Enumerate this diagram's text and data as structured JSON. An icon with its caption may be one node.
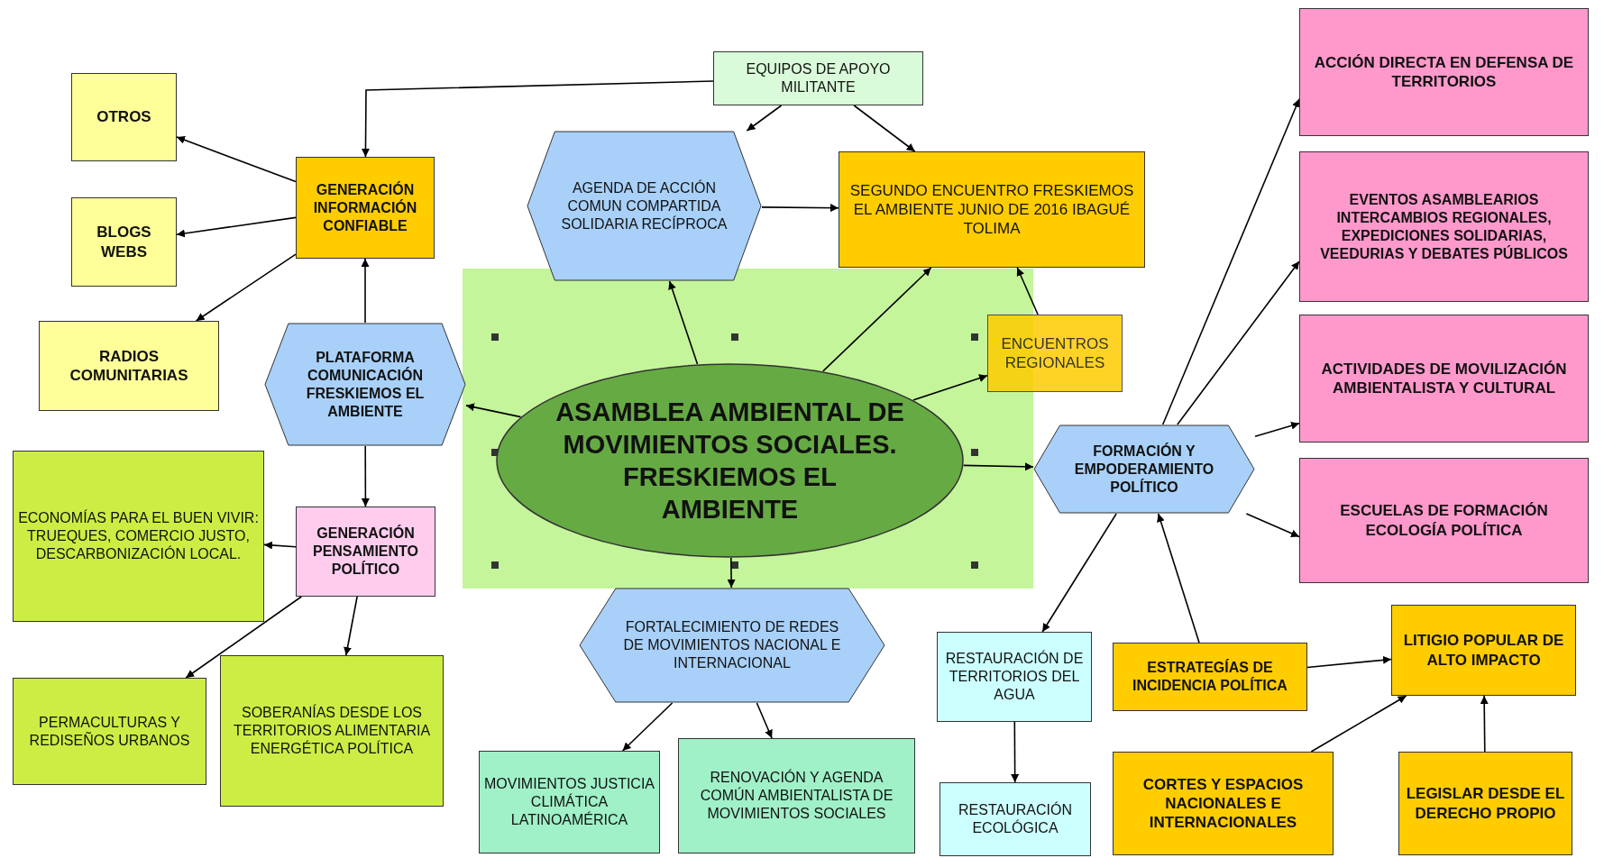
{
  "diagram": {
    "nodes": [
      {
        "text": [
          "EQUIPOS DE APOYO MILITANTE"
        ]
      },
      {
        "text": [
          "OTROS"
        ]
      },
      {
        "text": [
          "GENERACIÓN INFORMACIÓN CONFIABLE"
        ]
      },
      {
        "text": [
          "AGENDA DE ACCIÓN COMUN COMPARTIDA SOLIDARIA RECÍPROCA"
        ]
      },
      {
        "text": [
          "SEGUNDO ENCUENTRO FRESKIEMOS EL AMBIENTE JUNIO DE 2016 IBAGUÉ TOLIMA"
        ]
      },
      {
        "text": [
          "ACCIÓN DIRECTA EN DEFENSA DE TERRITORIOS"
        ]
      },
      {
        "text": [
          "BLOGS WEBS"
        ]
      },
      {
        "text": [
          "RADIOS COMUNITARIAS"
        ]
      },
      {
        "text": [
          "EVENTOS ASAMBLEARIOS INTERCAMBIOS REGIONALES, EXPEDICIONES SOLIDARIAS, VEEDURIAS Y DEBATES PÚBLICOS"
        ]
      },
      {
        "text": [
          "PLATAFORMA COMUNICACIÓN FRESKIEMOS EL AMBIENTE"
        ]
      },
      {
        "text": [
          "ENCUENTROS REGIONALES"
        ]
      },
      {
        "text": [
          "ASAMBLEA AMBIENTAL DE MOVIMIENTOS SOCIALES. FRESKIEMOS EL AMBIENTE"
        ]
      },
      {
        "text": [
          "ACTIVIDADES DE MOVILIZACIÓN AMBIENTALISTA Y CULTURAL"
        ]
      },
      {
        "text": [
          "FORMACIÓN Y EMPODERAMIENTO POLÍTICO"
        ]
      },
      {
        "text": [
          "ECONOMÍAS PARA EL BUEN VIVIR: TRUEQUES, COMERCIO JUSTO, DESCARBONIZACIÓN LOCAL."
        ]
      },
      {
        "text": [
          "GENERACIÓN PENSAMIENTO POLÍTICO"
        ]
      },
      {
        "text": [
          "ESCUELAS DE FORMACIÓN ECOLOGÍA POLÍTICA"
        ]
      },
      {
        "text": [
          "FORTALECIMIENTO DE REDES DE MOVIMIENTOS NACIONAL E INTERNACIONAL"
        ]
      },
      {
        "text": [
          "RESTAURACIÓN DE TERRITORIOS DEL AGUA"
        ]
      },
      {
        "text": [
          "LITIGIO POPULAR DE ALTO IMPACTO"
        ]
      },
      {
        "text": [
          "PERMACULTURAS Y REDISEÑOS URBANOS"
        ]
      },
      {
        "text": [
          "SOBERANÍAS DESDE LOS TERRITORIOS ALIMENTARIA ENERGÉTICA POLÍTICA"
        ]
      },
      {
        "text": [
          "ESTRATEGÍAS DE INCIDENCIA POLÍTICA"
        ]
      },
      {
        "text": [
          "MOVIMIENTOS JUSTICIA CLIMÁTICA LATINOAMÉRICA"
        ]
      },
      {
        "text": [
          "RENOVACIÓN Y AGENDA COMÚN AMBIENTALISTA DE MOVIMIENTOS SOCIALES"
        ]
      },
      {
        "text": [
          "RESTAURACIÓN ECOLÓGICA"
        ]
      },
      {
        "text": [
          "CORTES Y ESPACIOS NACIONALES E INTERNACIONALES"
        ]
      },
      {
        "text": [
          "LEGISLAR DESDE EL DERECHO PROPIO"
        ]
      }
    ],
    "edges": [
      {
        "from": 0,
        "to": 2,
        "arrow": "to"
      },
      {
        "from": 0,
        "to": 3,
        "arrow": "to"
      },
      {
        "from": 0,
        "to": 4,
        "arrow": "to"
      },
      {
        "from": 2,
        "to": 1,
        "arrow": "to"
      },
      {
        "from": 2,
        "to": 6,
        "arrow": "to"
      },
      {
        "from": 2,
        "to": 7,
        "arrow": "to"
      },
      {
        "from": 9,
        "to": 2,
        "arrow": "to"
      },
      {
        "from": 9,
        "to": 15,
        "arrow": "to"
      },
      {
        "from": 3,
        "to": 4,
        "arrow": "to"
      },
      {
        "from": 11,
        "to": 3,
        "arrow": "to"
      },
      {
        "from": 11,
        "to": 4,
        "arrow": "to"
      },
      {
        "from": 11,
        "to": 10,
        "arrow": "to"
      },
      {
        "from": 11,
        "to": 9,
        "arrow": "to"
      },
      {
        "from": 11,
        "to": 13,
        "arrow": "to"
      },
      {
        "from": 11,
        "to": 17,
        "arrow": "to"
      },
      {
        "from": 10,
        "to": 4,
        "arrow": "to"
      },
      {
        "from": 15,
        "to": 14,
        "arrow": "to"
      },
      {
        "from": 15,
        "to": 20,
        "arrow": "to"
      },
      {
        "from": 15,
        "to": 21,
        "arrow": "to"
      },
      {
        "from": 13,
        "to": 5,
        "arrow": "to"
      },
      {
        "from": 13,
        "to": 8,
        "arrow": "to"
      },
      {
        "from": 13,
        "to": 12,
        "arrow": "to"
      },
      {
        "from": 13,
        "to": 16,
        "arrow": "to"
      },
      {
        "from": 13,
        "to": 18,
        "arrow": "to"
      },
      {
        "from": 17,
        "to": 23,
        "arrow": "to"
      },
      {
        "from": 17,
        "to": 24,
        "arrow": "to"
      },
      {
        "from": 18,
        "to": 25,
        "arrow": "to"
      },
      {
        "from": 22,
        "to": 13,
        "arrow": "to"
      },
      {
        "from": 22,
        "to": 19,
        "arrow": "to"
      },
      {
        "from": 26,
        "to": 19,
        "arrow": "to"
      },
      {
        "from": 27,
        "to": 19,
        "arrow": "to"
      }
    ]
  }
}
